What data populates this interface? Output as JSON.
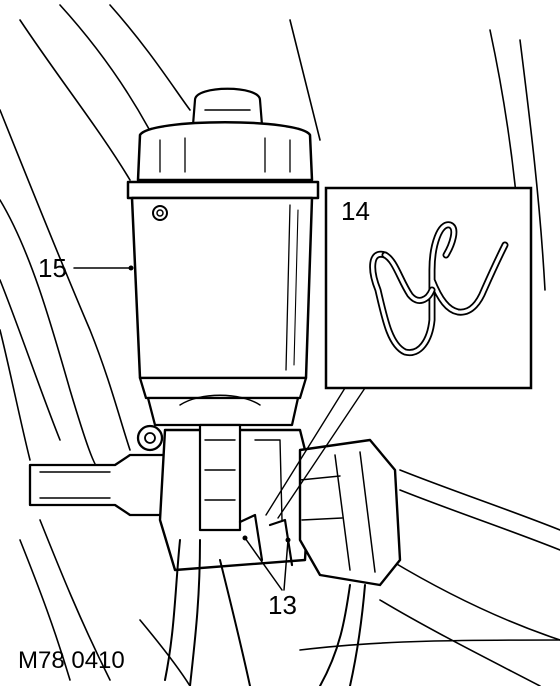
{
  "labels": {
    "callout_14": "14",
    "callout_15": "15",
    "callout_13": "13",
    "figure_id": "M78 0410"
  },
  "colors": {
    "ink": "#000000",
    "paper": "#ffffff"
  }
}
